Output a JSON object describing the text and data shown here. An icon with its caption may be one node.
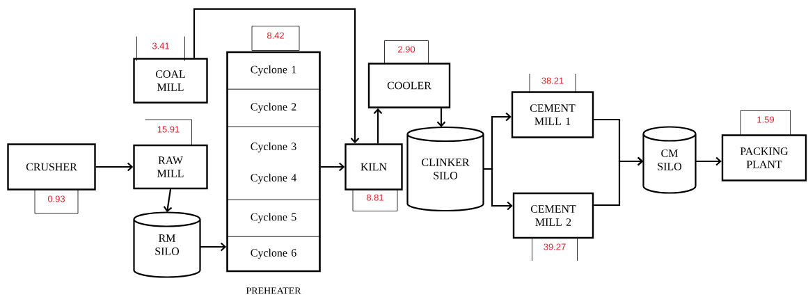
{
  "diagram": {
    "nodes": [
      {
        "text": [
          "CRUSHER"
        ],
        "beside": [
          "0.93"
        ]
      },
      {
        "text": [
          "COAL MILL"
        ],
        "beside": [
          "3.41"
        ]
      },
      {
        "text": [
          "RAW MILL"
        ],
        "beside": [
          "15.91"
        ]
      },
      {
        "text": [
          "RM SILO"
        ]
      },
      {
        "text": [
          "PREHEATER"
        ],
        "beside": [
          "8.42"
        ]
      },
      {
        "text": [
          "Cyclone 1"
        ],
        "in": 4
      },
      {
        "text": [
          "Cyclone 2"
        ],
        "in": 4
      },
      {
        "text": [
          "Cyclone 3",
          "Cyclone 4"
        ],
        "in": 4
      },
      {
        "text": [
          "Cyclone 5"
        ],
        "in": 4
      },
      {
        "text": [
          "Cyclone 6"
        ],
        "in": 4
      },
      {
        "text": [
          "KILN"
        ],
        "beside": [
          "8.81"
        ]
      },
      {
        "text": [
          "COOLER"
        ],
        "beside": [
          "2.90"
        ]
      },
      {
        "text": [
          "CLINKER SILO"
        ]
      },
      {
        "text": [
          "CEMENT MILL 1"
        ],
        "beside": [
          "38.21"
        ]
      },
      {
        "text": [
          "CEMENT MILL 2"
        ],
        "beside": [
          "39.27"
        ]
      },
      {
        "text": [
          "CM SILO"
        ]
      },
      {
        "text": [
          "PACKING PLANT"
        ],
        "beside": [
          "1.59"
        ]
      }
    ],
    "edges": [
      {
        "from": 0,
        "to": 2,
        "arrow": "to"
      },
      {
        "from": 2,
        "to": 3,
        "arrow": "to"
      },
      {
        "from": 3,
        "to": 4,
        "arrow": "to"
      },
      {
        "from": 1,
        "to": 10,
        "arrow": "to"
      },
      {
        "from": 4,
        "to": 10,
        "arrow": "to"
      },
      {
        "from": 10,
        "to": 11,
        "arrow": "to"
      },
      {
        "from": 11,
        "to": 12,
        "arrow": "to"
      },
      {
        "from": 12,
        "to": 13,
        "arrow": "to"
      },
      {
        "from": 12,
        "to": 14,
        "arrow": "to"
      },
      {
        "from": 13,
        "to": 15,
        "arrow": "to"
      },
      {
        "from": 14,
        "to": 15,
        "arrow": "to"
      },
      {
        "from": 15,
        "to": 16,
        "arrow": "to"
      }
    ]
  }
}
